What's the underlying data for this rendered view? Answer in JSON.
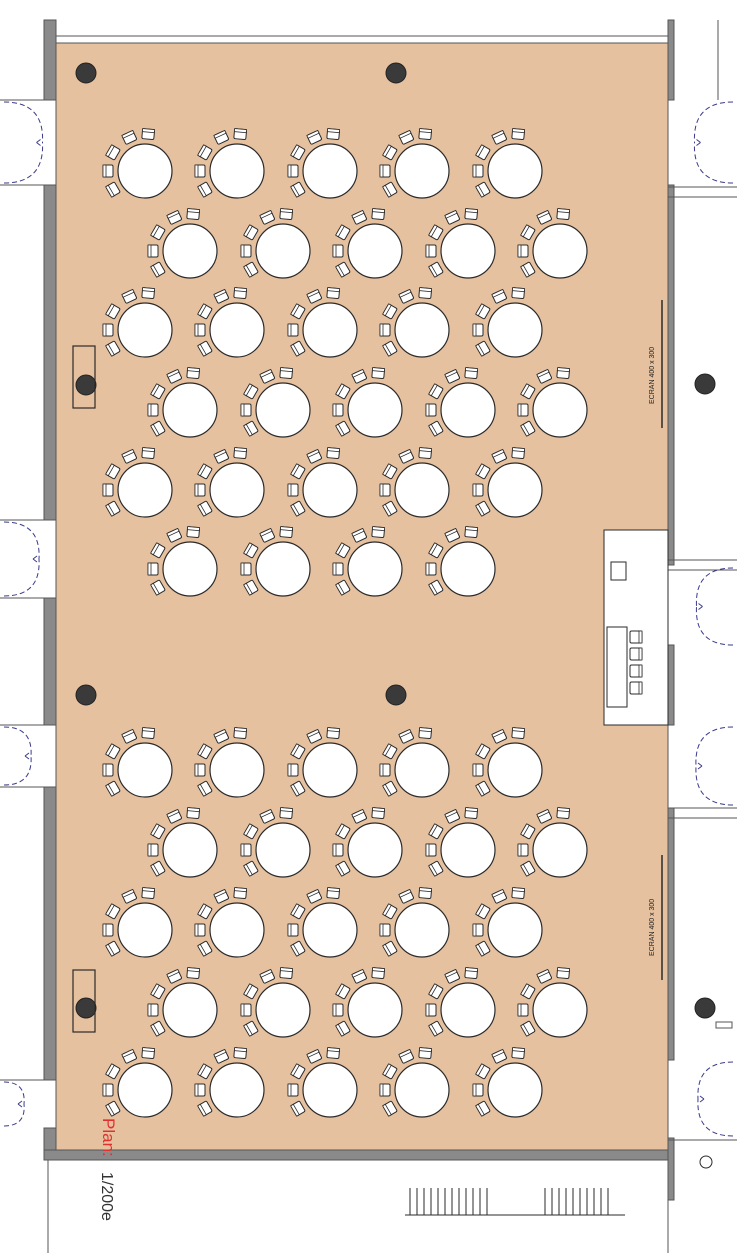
{
  "colors": {
    "floor": "#e6c19f",
    "wall": "#8a8a8a",
    "wall_dark": "#555555",
    "table_fill": "#ffffff",
    "outline": "#2a2a2a",
    "pillar": "#3a3a3a",
    "door_arc": "#3a3a8a",
    "label_red": "#e03030"
  },
  "screens": [
    {
      "label": "ECRAN 400 x 300"
    },
    {
      "label": "ECRAN 400 x 300"
    }
  ],
  "plan_label": {
    "title": "Plan:",
    "scale": "1/200e"
  },
  "icons": {
    "round_table": "round-table-with-chairs",
    "pillar": "pillar-circle",
    "door": "double-door-swing",
    "stage": "stage-platform",
    "stairs": "stair-treads"
  }
}
